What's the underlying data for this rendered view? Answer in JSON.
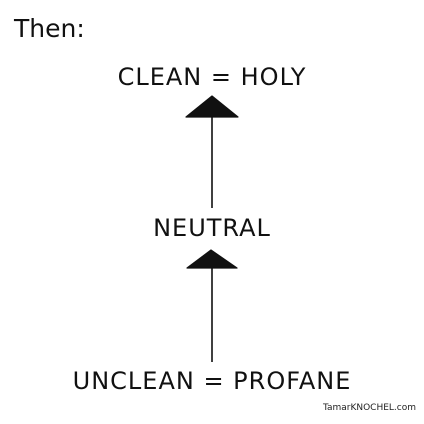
{
  "heading": "Then:",
  "nodes": {
    "top": "CLEAN = HOLY",
    "middle": "NEUTRAL",
    "bottom": "UNCLEAN = PROFANE"
  },
  "credit": "TamarKNOCHEL.com",
  "colors": {
    "ink": "#111111",
    "background": "#ffffff"
  },
  "icons": [
    "arrow-up-icon",
    "arrow-up-icon"
  ]
}
